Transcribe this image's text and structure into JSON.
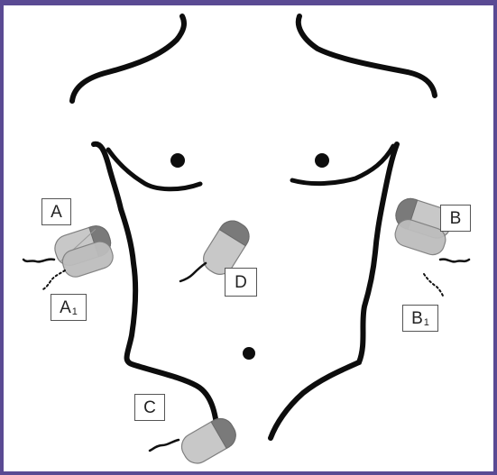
{
  "colors": {
    "frame": "#5a4a93",
    "body_outline": "#0d0d0d",
    "device_body": "#c8c8c8",
    "device_cap": "#7a7a7a",
    "label_border": "#555555"
  },
  "labels": {
    "a": "A",
    "a1_main": "A",
    "a1_sub": "1",
    "b": "B",
    "b1_main": "B",
    "b1_sub": "1",
    "c": "C",
    "d": "D"
  },
  "icons": {
    "nipple_left": "dot",
    "nipple_right": "dot",
    "navel": "dot"
  }
}
